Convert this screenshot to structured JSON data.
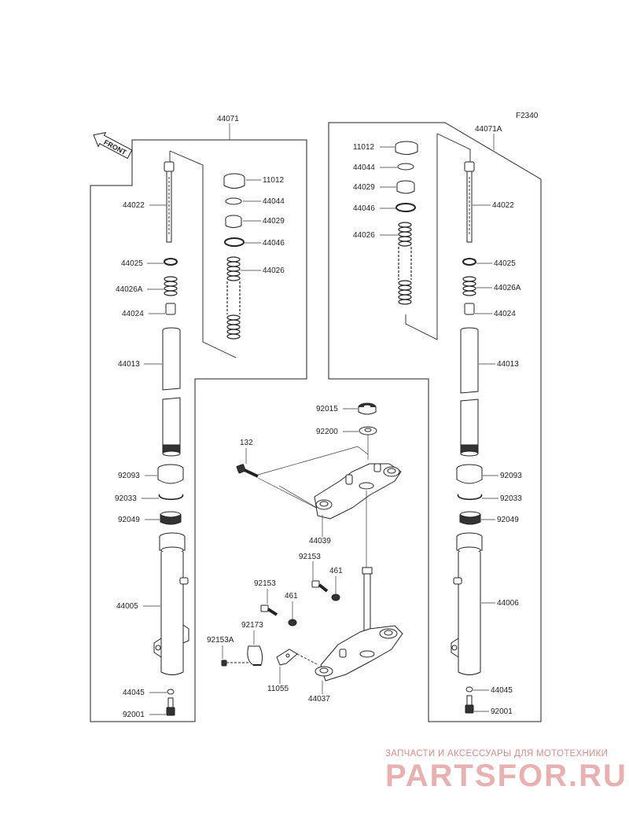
{
  "diagram_code": "F2340",
  "front_label": "FRONT",
  "callouts": {
    "left_assembly": "44071",
    "right_assembly": "44071A",
    "l_11012": "11012",
    "l_44044": "44044",
    "l_44029": "44029",
    "l_44046": "44046",
    "l_44026": "44026",
    "l_44022": "44022",
    "l_44025": "44025",
    "l_44026a": "44026A",
    "l_44024": "44024",
    "l_44013": "44013",
    "l_92093": "92093",
    "l_92033": "92033",
    "l_92049": "92049",
    "l_44005": "44005",
    "l_44045": "44045",
    "l_92001": "92001",
    "r_11012": "11012",
    "r_44044": "44044",
    "r_44029": "44029",
    "r_44046": "44046",
    "r_44026": "44026",
    "r_44022": "44022",
    "r_44025": "44025",
    "r_44026a": "44026A",
    "r_44024": "44024",
    "r_44013": "44013",
    "r_92093": "92093",
    "r_92033": "92033",
    "r_92049": "92049",
    "r_44006": "44006",
    "r_44045": "44045",
    "r_92001": "92001",
    "c_92015": "92015",
    "c_92200": "92200",
    "c_132": "132",
    "c_44039": "44039",
    "c_92153a": "92153",
    "c_461a": "461",
    "c_92153b": "92153",
    "c_461b": "461",
    "c_92173": "92173",
    "c_92153A": "92153A",
    "c_11055": "11055",
    "c_44037": "44037"
  },
  "watermark": {
    "line1": "ЗАПЧАСТИ И АКСЕССУАРЫ ДЛЯ МОТОТЕХНИКИ",
    "line2": "PARTSFOR.RU"
  }
}
